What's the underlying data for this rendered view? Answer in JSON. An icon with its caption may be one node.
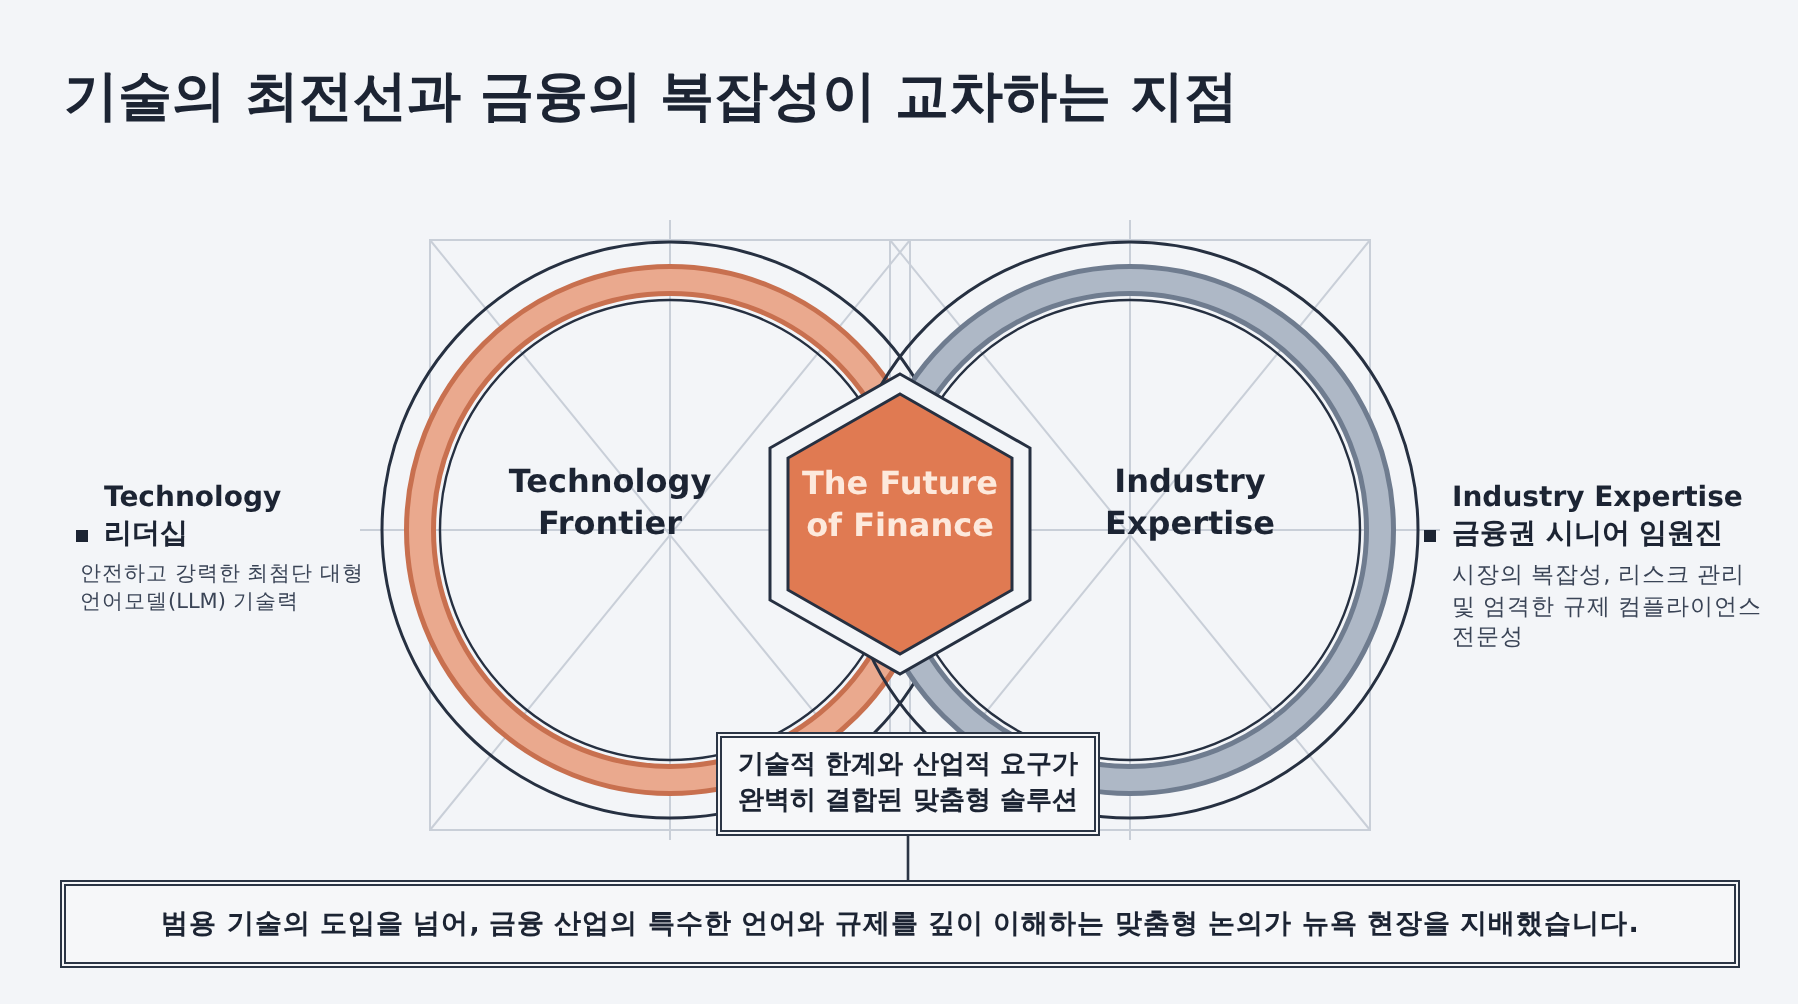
{
  "diagram": {
    "title": "기술의 최전선과 금융의 복잡성이 교차하는 지점",
    "nodes": [
      {
        "text": [
          "Technology Frontier"
        ]
      },
      {
        "text": [
          "Industry Expertise"
        ]
      },
      {
        "text": [
          "The Future of Finance"
        ]
      },
      {
        "text": [
          "기술적 한계와 산업적 요구가 완벽히 결합된 맞춤형 솔루션"
        ]
      },
      {
        "text": [
          "범용 기술의 도입을 넘어, 금융 산업의 특수한 언어와 규제를 깊이 이해하는 맞춤형 논의가 뉴욕 현장을 지배했습니다."
        ]
      }
    ],
    "edges": [
      {
        "from": 3,
        "to": 4,
        "arrow": "none"
      }
    ],
    "labels": [
      "Technology",
      "리더십",
      "안전하고 강력한 최첨단 대형언어모델(LLM) 기술력",
      "Industry Expertise",
      "금융권 시니어 임원진",
      "시장의 복잡성, 리스크 관리 및 엄격한 규제 컴플라이언스 전문성"
    ]
  }
}
